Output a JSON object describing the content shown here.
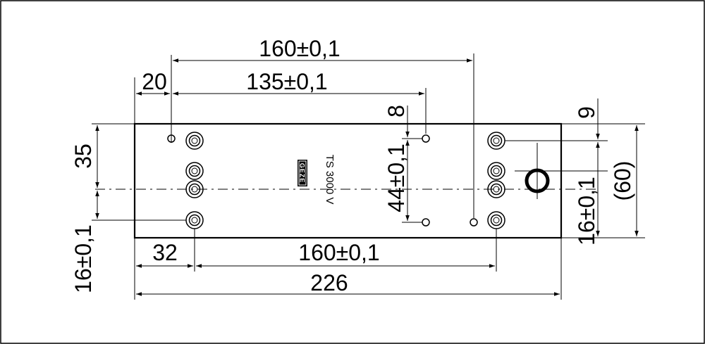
{
  "drawing": {
    "model_label": "TS 3000 V",
    "logo_text": "GEZE",
    "dimensions": {
      "top_160": "160±0,1",
      "top_20": "20",
      "top_135": "135±0,1",
      "small_8": "8",
      "small_9": "9",
      "left_35": "35",
      "left_16": "16±0,1",
      "center_44": "44±0,1",
      "right_16": "16±0,1",
      "right_60": "(60)",
      "bottom_32": "32",
      "bottom_160": "160±0,1",
      "bottom_226": "226"
    }
  }
}
